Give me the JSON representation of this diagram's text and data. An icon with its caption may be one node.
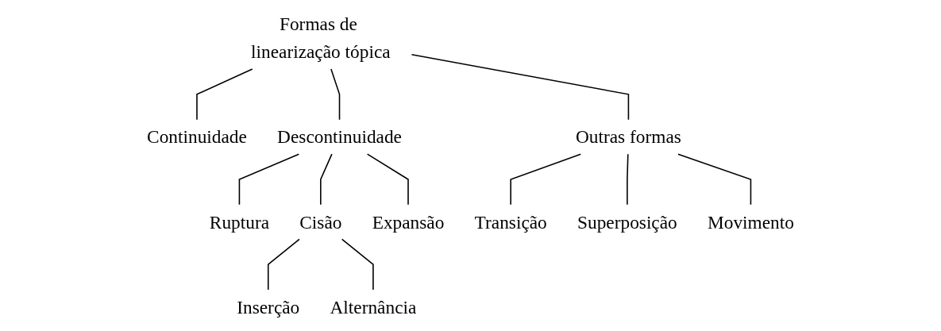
{
  "diagram": {
    "nodes": [
      {
        "text": [
          "Formas de linearização tópica"
        ]
      },
      {
        "text": [
          "Continuidade"
        ]
      },
      {
        "text": [
          "Descontinuidade"
        ]
      },
      {
        "text": [
          "Outras formas"
        ]
      },
      {
        "text": [
          "Ruptura"
        ]
      },
      {
        "text": [
          "Cisão"
        ]
      },
      {
        "text": [
          "Expansão"
        ]
      },
      {
        "text": [
          "Transição"
        ]
      },
      {
        "text": [
          "Superposição"
        ]
      },
      {
        "text": [
          "Movimento"
        ]
      },
      {
        "text": [
          "Inserção"
        ]
      },
      {
        "text": [
          "Alternância"
        ]
      }
    ],
    "edges": [
      {
        "from": 0,
        "to": 1,
        "arrow": "none"
      },
      {
        "from": 0,
        "to": 2,
        "arrow": "none"
      },
      {
        "from": 0,
        "to": 3,
        "arrow": "none"
      },
      {
        "from": 2,
        "to": 4,
        "arrow": "none"
      },
      {
        "from": 2,
        "to": 5,
        "arrow": "none"
      },
      {
        "from": 2,
        "to": 6,
        "arrow": "none"
      },
      {
        "from": 3,
        "to": 7,
        "arrow": "none"
      },
      {
        "from": 3,
        "to": 8,
        "arrow": "none"
      },
      {
        "from": 3,
        "to": 9,
        "arrow": "none"
      },
      {
        "from": 5,
        "to": 10,
        "arrow": "none"
      },
      {
        "from": 5,
        "to": 11,
        "arrow": "none"
      }
    ]
  }
}
